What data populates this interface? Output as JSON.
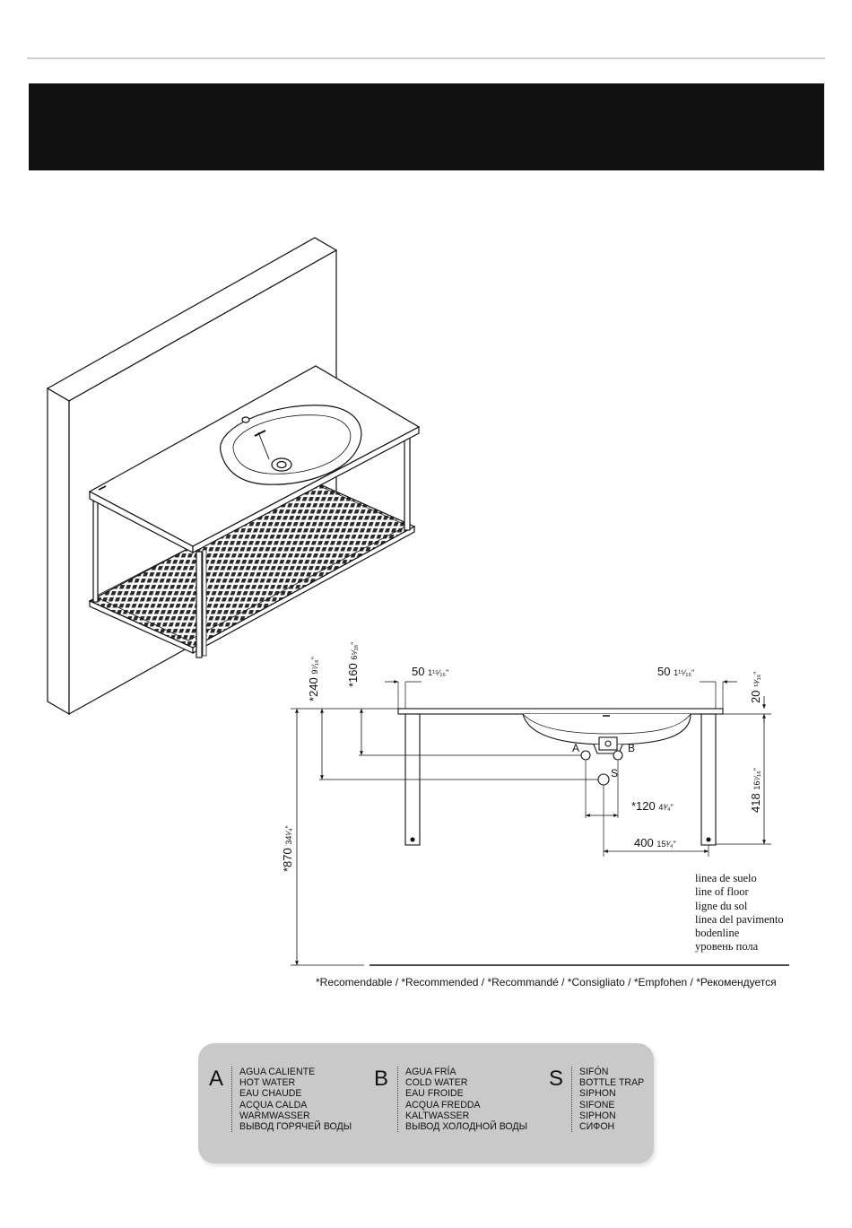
{
  "dimensions": {
    "d240": {
      "main": "*240",
      "frac": "9⁷⁄₁₆\""
    },
    "d160": {
      "main": "*160",
      "frac": "6⁵⁄₁₆\""
    },
    "d50_left": {
      "main": "50",
      "frac": "1¹⁵⁄₁₆\""
    },
    "d50_right": {
      "main": "50",
      "frac": "1¹⁵⁄₁₆\""
    },
    "d20": {
      "main": "20",
      "frac": "¹³⁄₁₆\""
    },
    "d418": {
      "main": "418",
      "frac": "16⁷⁄₁₆\""
    },
    "d120": {
      "main": "*120",
      "frac": "4³⁄₄\""
    },
    "d400": {
      "main": "400",
      "frac": "15³⁄₄\""
    },
    "d870": {
      "main": "*870",
      "frac": "34¹⁄₄\""
    }
  },
  "points": {
    "a": "A",
    "b": "B",
    "s": "S"
  },
  "floor_line": [
    "linea de suelo",
    "line of floor",
    "ligne du sol",
    "linea del pavimento",
    "bodenline",
    "уровень пола"
  ],
  "recommended": "*Recomendable / *Recommended / *Recommandé / *Consigliato / *Empfohen / *Рекомендуется",
  "legend": [
    {
      "letter": "A",
      "lines": [
        "AGUA CALIENTE",
        "HOT WATER",
        "EAU CHAUDE",
        "ACQUA CALDA",
        "WARMWASSER",
        "ВЫВОД ГОРЯЧЕЙ ВОДЫ"
      ]
    },
    {
      "letter": "B",
      "lines": [
        "AGUA FRÍA",
        "COLD WATER",
        "EAU FROIDE",
        "ACQUA FREDDA",
        "KALTWASSER",
        "ВЫВОД ХОЛОДНОЙ ВОДЫ"
      ]
    },
    {
      "letter": "S",
      "lines": [
        "SIFÓN",
        "BOTTLE TRAP",
        "SIPHON",
        "SIFONE",
        "SIPHON",
        "СИФОН"
      ]
    }
  ]
}
